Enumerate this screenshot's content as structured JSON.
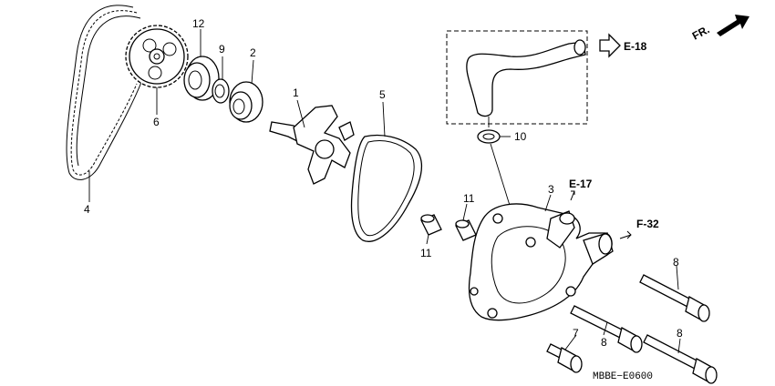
{
  "direction_label": "FR.",
  "reference_labels": [
    "E-18",
    "E-17",
    "F-32"
  ],
  "callouts": [
    "1",
    "2",
    "3",
    "4",
    "5",
    "6",
    "7",
    "8",
    "8",
    "8",
    "9",
    "10",
    "11",
    "11",
    "12"
  ],
  "diagram_code": "MBBE−E0600"
}
